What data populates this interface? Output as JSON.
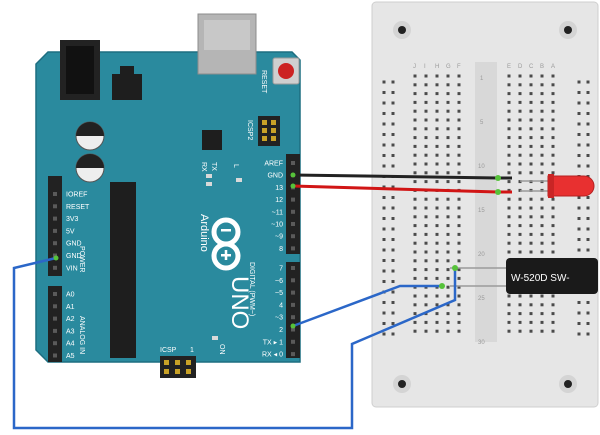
{
  "board": {
    "name": "Arduino",
    "model": "UNO",
    "reset_label": "RESET",
    "icsp2_label": "ICSP2",
    "icsp_label": "ICSP",
    "icsp_num": "1",
    "tx_label": "TX",
    "rx_label": "RX",
    "l_label": "L",
    "on_label": "ON",
    "digital_label": "DIGITAL (PWM~)",
    "analog_label": "ANALOG IN",
    "power_label": "POWER",
    "top_header_pins": [
      "AREF",
      "GND",
      "13",
      "12",
      "~11",
      "~10",
      "~9",
      "8"
    ],
    "bottom_header_pins": [
      "7",
      "~6",
      "~5",
      "4",
      "~3",
      "2",
      "TX ▸ 1",
      "RX ◂ 0"
    ],
    "power_pins": [
      "IOREF",
      "RESET",
      "3V3",
      "5V",
      "GND",
      "GND",
      "VIN"
    ],
    "analog_pins": [
      "A0",
      "A1",
      "A2",
      "A3",
      "A4",
      "A5"
    ]
  },
  "breadboard": {
    "column_letters_left": [
      "J",
      "I",
      "H",
      "G",
      "F"
    ],
    "column_letters_right": [
      "E",
      "D",
      "C",
      "B",
      "A"
    ],
    "row_numbers": [
      "1",
      "5",
      "10",
      "15",
      "20",
      "25",
      "30"
    ]
  },
  "sensor": {
    "label": "W-520D  SW-"
  },
  "colors": {
    "board": "#2a8a9e",
    "wire_black": "#222222",
    "wire_red": "#d11515",
    "wire_blue": "#2b67c8",
    "led": "#e83030",
    "breadboard": "#e6e6e6"
  }
}
